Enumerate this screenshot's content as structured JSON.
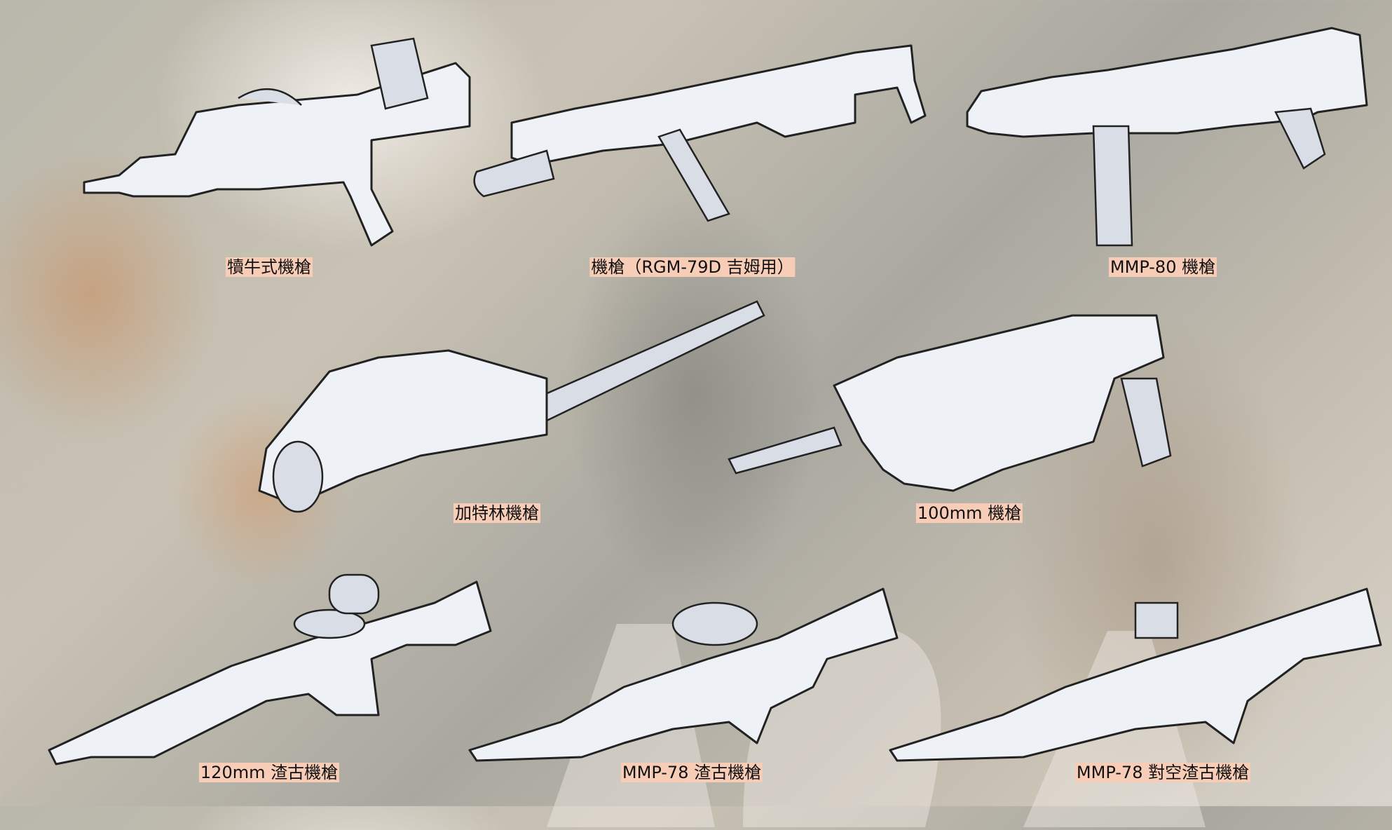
{
  "weapons": [
    {
      "label": "犢牛式機槍"
    },
    {
      "label": "機槍（RGM-79D 吉姆用）"
    },
    {
      "label": "MMP-80 機槍"
    },
    {
      "label": "加特林機槍"
    },
    {
      "label": "100mm 機槍"
    },
    {
      "label": "120mm 渣古機槍"
    },
    {
      "label": "MMP-78 渣古機槍"
    },
    {
      "label": "MMP-78 對空渣古機槍"
    }
  ]
}
